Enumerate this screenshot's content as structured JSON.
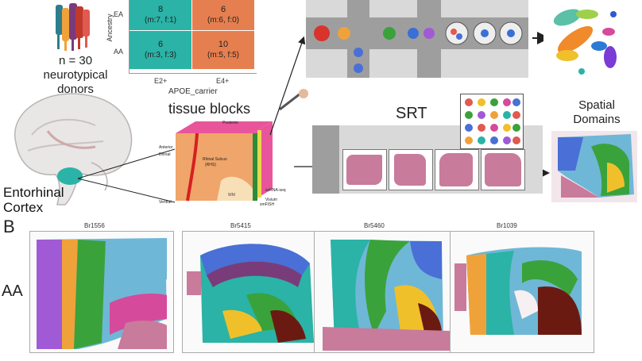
{
  "panel_a": {
    "donors": "n = 30\nneurotypical\ndonors",
    "donors_l1": "n = 30",
    "donors_l2": "neurotypical",
    "donors_l3": "donors",
    "heatmap": {
      "ylabel": "Ancestry",
      "xlabel": "APOE_carrier",
      "y_ticks": [
        "EA",
        "AA"
      ],
      "x_ticks": [
        "E2+",
        "E4+"
      ],
      "cells": [
        {
          "n": "8",
          "detail": "(m:7, f:1)",
          "color": "#2ab3a6"
        },
        {
          "n": "6",
          "detail": "(m:6, f:0)",
          "color": "#e67f4f"
        },
        {
          "n": "6",
          "detail": "(m:3, f:3)",
          "color": "#2ab3a6"
        },
        {
          "n": "10",
          "detail": "(m:5, f:5)",
          "color": "#e67f4f"
        }
      ]
    },
    "brain_label_1": "Entorhinal",
    "brain_label_2": "Cortex",
    "tissue_title": "tissue blocks",
    "block_labels": {
      "posterior": "Posterior",
      "anterior": "Anterior",
      "dorsal": "Dorsal",
      "ventral": "Ventral",
      "rhinal": "Rhinal Sulcus",
      "rhs": "(RHS)",
      "wm": "WM",
      "snrna": "snRNA-seq",
      "visium": "Visium",
      "smfish": "smFISH"
    },
    "srt_title": "SRT",
    "spatial_1": "Spatial",
    "spatial_2": "Domains"
  },
  "panel_b": {
    "letter": "B",
    "row_label": "AA",
    "samples": [
      "Br1556",
      "Br5415",
      "Br5460",
      "Br1039"
    ]
  },
  "colors": {
    "teal": "#2ab3a6",
    "orange": "#e67f4f",
    "pink": "#e8559b",
    "tissue": "#c97b9b"
  }
}
